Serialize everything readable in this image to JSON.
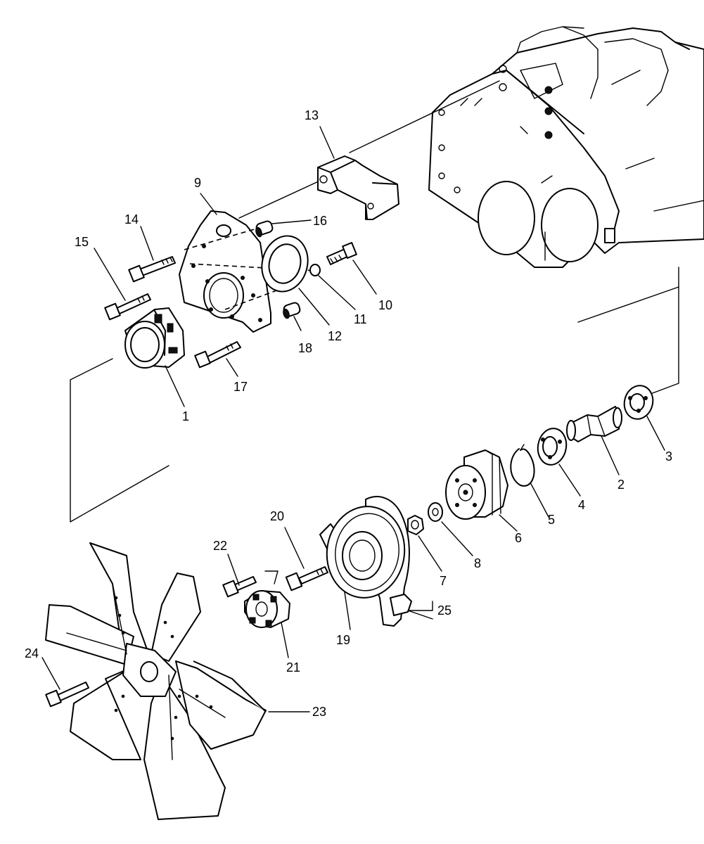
{
  "callouts": [
    {
      "id": "c1",
      "text": "1"
    },
    {
      "id": "c2",
      "text": "2"
    },
    {
      "id": "c3",
      "text": "3"
    },
    {
      "id": "c4",
      "text": "4"
    },
    {
      "id": "c5",
      "text": "5"
    },
    {
      "id": "c6",
      "text": "6"
    },
    {
      "id": "c7",
      "text": "7"
    },
    {
      "id": "c8",
      "text": "8"
    },
    {
      "id": "c9",
      "text": "9"
    },
    {
      "id": "c10",
      "text": "10"
    },
    {
      "id": "c11",
      "text": "11"
    },
    {
      "id": "c12",
      "text": "12"
    },
    {
      "id": "c13",
      "text": "13"
    },
    {
      "id": "c14",
      "text": "14"
    },
    {
      "id": "c15",
      "text": "15"
    },
    {
      "id": "c16",
      "text": "16"
    },
    {
      "id": "c17",
      "text": "17"
    },
    {
      "id": "c18",
      "text": "18"
    },
    {
      "id": "c19",
      "text": "19"
    },
    {
      "id": "c20",
      "text": "20"
    },
    {
      "id": "c21",
      "text": "21"
    },
    {
      "id": "c22",
      "text": "22"
    },
    {
      "id": "c23",
      "text": "23"
    },
    {
      "id": "c24",
      "text": "24"
    },
    {
      "id": "c25",
      "text": "25"
    }
  ]
}
